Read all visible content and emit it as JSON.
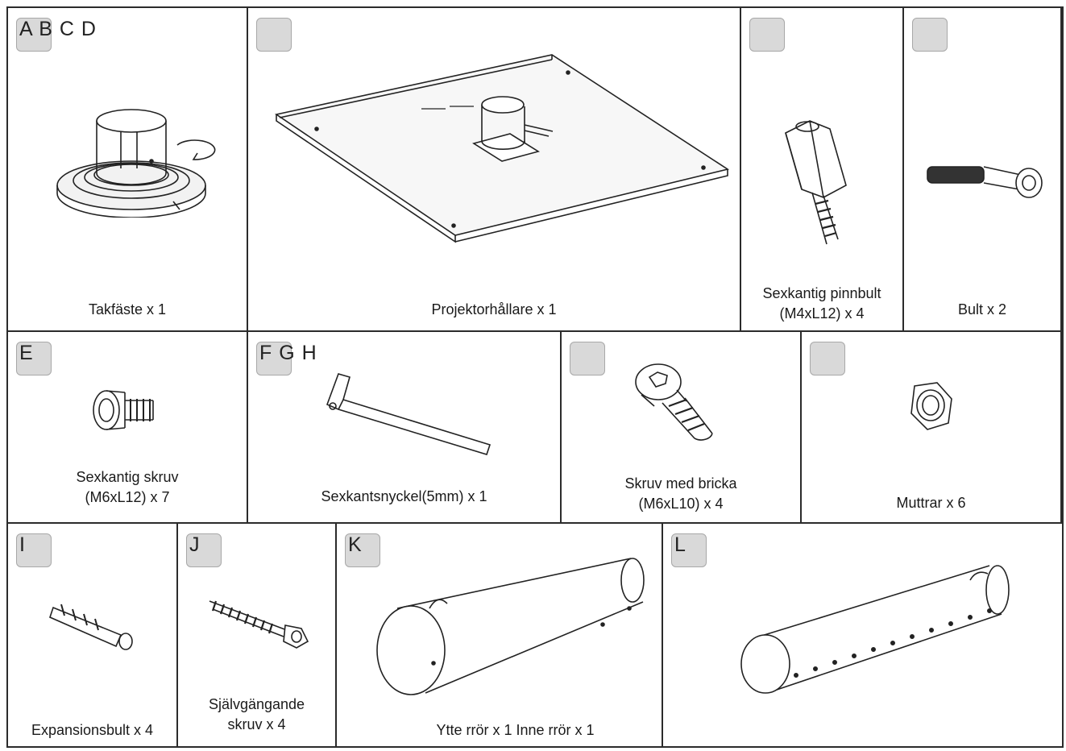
{
  "parts": [
    {
      "letters": "A B C D",
      "caption": "Takfäste x 1",
      "icon": "ceiling-mount-icon"
    },
    {
      "letters": "",
      "caption": "Projektorhållare x 1",
      "icon": "projector-plate-icon"
    },
    {
      "letters": "",
      "caption": "Sexkantig pinnbult\n(M4xL12) x 4",
      "icon": "hex-standoff-icon"
    },
    {
      "letters": "",
      "caption": "Bult x 2",
      "icon": "bolt-icon"
    },
    {
      "letters": "E",
      "caption": "Sexkantig skruv\n(M6xL12) x 7",
      "icon": "hex-screw-icon"
    },
    {
      "letters": "F G H",
      "caption": "Sexkantsnyckel(5mm) x 1",
      "icon": "allen-key-icon"
    },
    {
      "letters": "",
      "caption": "Skruv med bricka\n(M6xL10) x 4",
      "icon": "washer-screw-icon"
    },
    {
      "letters": "",
      "caption": "Muttrar x 6",
      "icon": "nut-icon"
    },
    {
      "letters": "I",
      "caption": "Expansionsbult x 4",
      "icon": "wall-anchor-icon"
    },
    {
      "letters": "J",
      "caption": "Självgängande\nskruv x 4",
      "icon": "self-tapping-screw-icon"
    },
    {
      "letters": "K",
      "caption": "Ytte rrör x 1  Inne rrör x 1",
      "icon": "outer-tube-icon"
    },
    {
      "letters": "L",
      "caption": "",
      "icon": "inner-tube-icon"
    }
  ]
}
